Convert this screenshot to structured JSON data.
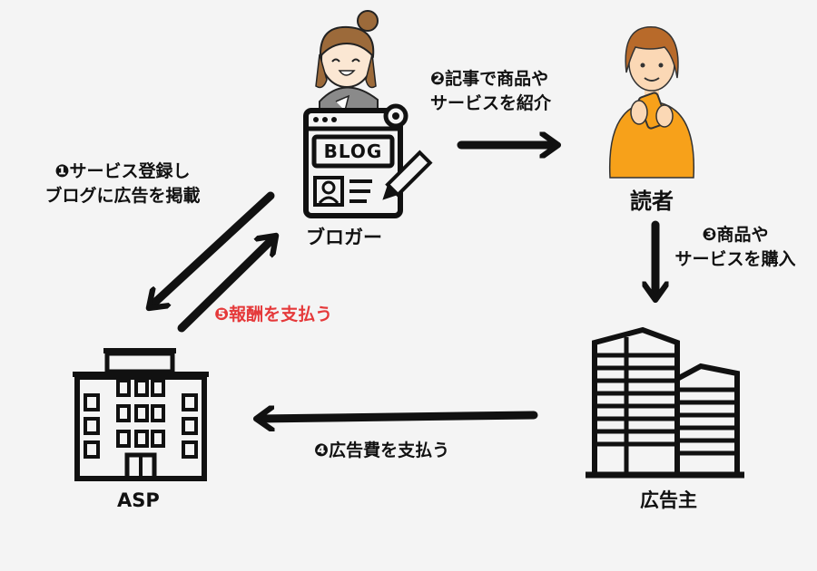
{
  "nodes": {
    "blogger": {
      "label": "ブロガー",
      "logo_text": "BLOG"
    },
    "reader": {
      "label": "読者"
    },
    "asp": {
      "label": "ASP"
    },
    "advertiser": {
      "label": "広告主"
    }
  },
  "steps": {
    "s1": {
      "line1": "❶サービス登録し",
      "line2": "ブログに広告を掲載"
    },
    "s2": {
      "line1": "❷記事で商品や",
      "line2": "サービスを紹介"
    },
    "s3": {
      "line1": "❸商品や",
      "line2": "サービスを購入"
    },
    "s4": {
      "text": "❹広告費を支払う"
    },
    "s5": {
      "text": "❺報酬を支払う"
    }
  },
  "colors": {
    "background": "#f4f4f4",
    "ink": "#111111",
    "reward_text": "#e5393a",
    "reader_shirt": "#f7a11a"
  },
  "icons": [
    "blogger-avatar-icon",
    "blog-window-icon",
    "reader-person-icon",
    "asp-building-icon",
    "advertiser-buildings-icon"
  ]
}
